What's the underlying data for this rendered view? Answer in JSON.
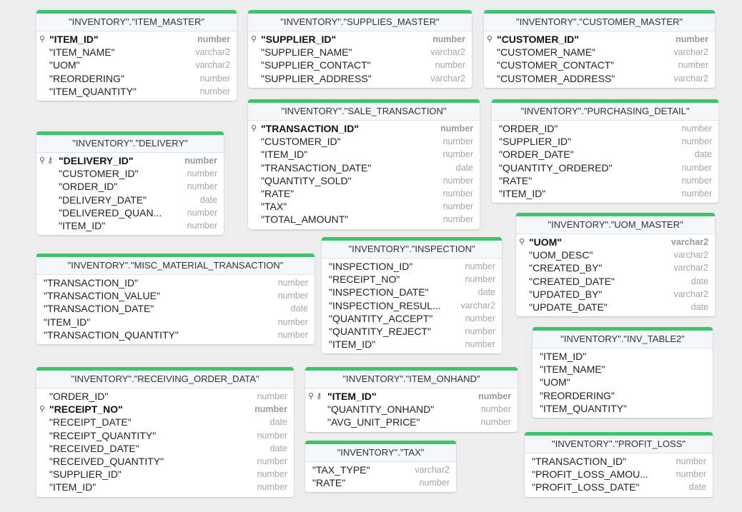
{
  "tables": [
    {
      "id": "item_master",
      "title": "\"INVENTORY\".\"ITEM_MASTER\"",
      "columns": [
        {
          "name": "\"ITEM_ID\"",
          "type": "number",
          "keys": "⚲",
          "pk": true
        },
        {
          "name": "\"ITEM_NAME\"",
          "type": "varchar2"
        },
        {
          "name": "\"UOM\"",
          "type": "varchar2"
        },
        {
          "name": "\"REORDERING\"",
          "type": "number"
        },
        {
          "name": "\"ITEM_QUANTITY\"",
          "type": "number"
        }
      ]
    },
    {
      "id": "supplies_master",
      "title": "\"INVENTORY\".\"SUPPLIES_MASTER\"",
      "columns": [
        {
          "name": "\"SUPPLIER_ID\"",
          "type": "number",
          "keys": "⚲",
          "pk": true
        },
        {
          "name": "\"SUPPLIER_NAME\"",
          "type": "varchar2"
        },
        {
          "name": "\"SUPPLIER_CONTACT\"",
          "type": "number"
        },
        {
          "name": "\"SUPPLIER_ADDRESS\"",
          "type": "varchar2"
        }
      ]
    },
    {
      "id": "customer_master",
      "title": "\"INVENTORY\".\"CUSTOMER_MASTER\"",
      "columns": [
        {
          "name": "\"CUSTOMER_ID\"",
          "type": "number",
          "keys": "⚲",
          "pk": true
        },
        {
          "name": "\"CUSTOMER_NAME\"",
          "type": "varchar2"
        },
        {
          "name": "\"CUSTOMER_CONTACT\"",
          "type": "number"
        },
        {
          "name": "\"CUSTOMER_ADDRESS\"",
          "type": "varchar2"
        }
      ]
    },
    {
      "id": "sale_transaction",
      "title": "\"INVENTORY\".\"SALE_TRANSACTION\"",
      "columns": [
        {
          "name": "\"TRANSACTION_ID\"",
          "type": "number",
          "keys": "⚲",
          "pk": true
        },
        {
          "name": "\"CUSTOMER_ID\"",
          "type": "number"
        },
        {
          "name": "\"ITEM_ID\"",
          "type": "number"
        },
        {
          "name": "\"TRANSACTION_DATE\"",
          "type": "date"
        },
        {
          "name": "\"QUANTITY_SOLD\"",
          "type": "number"
        },
        {
          "name": "\"RATE\"",
          "type": "number"
        },
        {
          "name": "\"TAX\"",
          "type": "number"
        },
        {
          "name": "\"TOTAL_AMOUNT\"",
          "type": "number"
        }
      ]
    },
    {
      "id": "purchasing_detail",
      "title": "\"INVENTORY\".\"PURCHASING_DETAIL\"",
      "columns": [
        {
          "name": "\"ORDER_ID\"",
          "type": "number"
        },
        {
          "name": "\"SUPPLIER_ID\"",
          "type": "number"
        },
        {
          "name": "\"ORDER_DATE\"",
          "type": "date"
        },
        {
          "name": "\"QUANTITY_ORDERED\"",
          "type": "number"
        },
        {
          "name": "\"RATE\"",
          "type": "number"
        },
        {
          "name": "\"ITEM_ID\"",
          "type": "number"
        }
      ]
    },
    {
      "id": "delivery",
      "title": "\"INVENTORY\".\"DELIVERY\"",
      "columns": [
        {
          "name": "\"DELIVERY_ID\"",
          "type": "number",
          "keys": "⚲ ⚷",
          "pk": true
        },
        {
          "name": "\"CUSTOMER_ID\"",
          "type": "number"
        },
        {
          "name": "\"ORDER_ID\"",
          "type": "number"
        },
        {
          "name": "\"DELIVERY_DATE\"",
          "type": "date"
        },
        {
          "name": "\"DELIVERED_QUAN...",
          "type": "number"
        },
        {
          "name": "\"ITEM_ID\"",
          "type": "number"
        }
      ]
    },
    {
      "id": "uom_master",
      "title": "\"INVENTORY\".\"UOM_MASTER\"",
      "columns": [
        {
          "name": "\"UOM\"",
          "type": "varchar2",
          "keys": "⚲",
          "pk": true
        },
        {
          "name": "\"UOM_DESC\"",
          "type": "varchar2"
        },
        {
          "name": "\"CREATED_BY\"",
          "type": "varchar2"
        },
        {
          "name": "\"CREATED_DATE\"",
          "type": "date"
        },
        {
          "name": "\"UPDATED_BY\"",
          "type": "varchar2"
        },
        {
          "name": "\"UPDATE_DATE\"",
          "type": "date"
        }
      ]
    },
    {
      "id": "misc_material_transaction",
      "title": "\"INVENTORY\".\"MISC_MATERIAL_TRANSACTION\"",
      "columns": [
        {
          "name": "\"TRANSACTION_ID\"",
          "type": "number"
        },
        {
          "name": "\"TRANSACTION_VALUE\"",
          "type": "number"
        },
        {
          "name": "\"TRANSACTION_DATE\"",
          "type": "date"
        },
        {
          "name": "\"ITEM_ID\"",
          "type": "number"
        },
        {
          "name": "\"TRANSACTION_QUANTITY\"",
          "type": "number"
        }
      ]
    },
    {
      "id": "inspection",
      "title": "\"INVENTORY\".\"INSPECTION\"",
      "columns": [
        {
          "name": "\"INSPECTION_ID\"",
          "type": "number"
        },
        {
          "name": "\"RECEIPT_NO\"",
          "type": "number"
        },
        {
          "name": "\"INSPECTION_DATE\"",
          "type": "date"
        },
        {
          "name": "\"INSPECTION_RESUL...",
          "type": "varchar2"
        },
        {
          "name": "\"QUANTITY_ACCEPT\"",
          "type": "number"
        },
        {
          "name": "\"QUANTITY_REJECT\"",
          "type": "number"
        },
        {
          "name": "\"ITEM_ID\"",
          "type": "number"
        }
      ]
    },
    {
      "id": "inv_table2",
      "title": "\"INVENTORY\".\"INV_TABLE2\"",
      "columns": [
        {
          "name": "\"ITEM_ID\"",
          "type": ""
        },
        {
          "name": "\"ITEM_NAME\"",
          "type": ""
        },
        {
          "name": "\"UOM\"",
          "type": ""
        },
        {
          "name": "\"REORDERING\"",
          "type": ""
        },
        {
          "name": "\"ITEM_QUANTITY\"",
          "type": ""
        }
      ]
    },
    {
      "id": "receiving_order_data",
      "title": "\"INVENTORY\".\"RECEIVING_ORDER_DATA\"",
      "columns": [
        {
          "name": "\"ORDER_ID\"",
          "type": "number"
        },
        {
          "name": "\"RECEIPT_NO\"",
          "type": "number",
          "keys": "⚲",
          "pk": true
        },
        {
          "name": "\"RECEIPT_DATE\"",
          "type": "date"
        },
        {
          "name": "\"RECEIPT_QUANTITY\"",
          "type": "number"
        },
        {
          "name": "\"RECEIVED_DATE\"",
          "type": "date"
        },
        {
          "name": "\"RECEIVED_QUANTITY\"",
          "type": "number"
        },
        {
          "name": "\"SUPPLIER_ID\"",
          "type": "number"
        },
        {
          "name": "\"ITEM_ID\"",
          "type": "number"
        }
      ]
    },
    {
      "id": "item_onhand",
      "title": "\"INVENTORY\".\"ITEM_ONHAND\"",
      "columns": [
        {
          "name": "\"ITEM_ID\"",
          "type": "number",
          "keys": "⚲ ⚷",
          "pk": true
        },
        {
          "name": "\"QUANTITY_ONHAND\"",
          "type": "number"
        },
        {
          "name": "\"AVG_UNIT_PRICE\"",
          "type": "number"
        }
      ]
    },
    {
      "id": "tax",
      "title": "\"INVENTORY\".\"TAX\"",
      "columns": [
        {
          "name": "\"TAX_TYPE\"",
          "type": "varchar2"
        },
        {
          "name": "\"RATE\"",
          "type": "number"
        }
      ]
    },
    {
      "id": "profit_loss",
      "title": "\"INVENTORY\".\"PROFIT_LOSS\"",
      "columns": [
        {
          "name": "\"TRANSACTION_ID\"",
          "type": "number"
        },
        {
          "name": "\"PROFIT_LOSS_AMOU...",
          "type": "number"
        },
        {
          "name": "\"PROFIT_LOSS_DATE\"",
          "type": "date"
        }
      ]
    }
  ]
}
